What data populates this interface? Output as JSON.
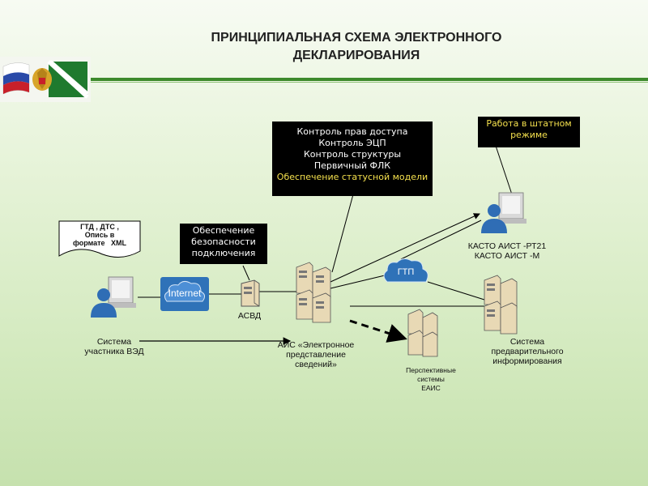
{
  "title": {
    "line1": "ПРИНЦИПИАЛЬНАЯ СХЕМА ЭЛЕКТРОННОГО",
    "line2": "ДЕКЛАРИРОВАНИЯ"
  },
  "document_note": {
    "line1": "ГТД , ДТС ,",
    "line2": "Опись в",
    "line3": "формате",
    "line4": "XML"
  },
  "security_box": {
    "line1": "Обеспечение",
    "line2": "безопасности",
    "line3": "подключения"
  },
  "control_box": {
    "line1": "Контроль прав доступа",
    "line2": "Контроль ЭЦП",
    "line3": "Контроль структуры",
    "line4": "Первичный ФЛК",
    "line5": "Обеспечение статусной модели"
  },
  "normal_mode_box": {
    "line1": "Работа в штатном",
    "line2": "режиме"
  },
  "clouds": {
    "internet": "Internet",
    "gtp": "ГТП"
  },
  "labels": {
    "participant_line1": "Система",
    "participant_line2": "участника ВЭД",
    "asvd": "АСВД",
    "ais_line1": "АИС «Электронное",
    "ais_line2": "представление",
    "ais_line3": "сведений»",
    "prospective_line1": "Перспективные",
    "prospective_line2": "системы",
    "prospective_line3": "ЕАИС",
    "kasto_line1": "КАСТО АИСТ -РТ21",
    "kasto_line2": "КАСТО АИСТ -М",
    "prelim_line1": "Система",
    "prelim_line2": "предварительного",
    "prelim_line3": "информирования"
  },
  "colors": {
    "title_bar": "#3d8a2c",
    "cloud_fill": "#2f72b8",
    "user_icon": "#2f6db5",
    "server_fill": "#e8d9b5",
    "box_bg": "#000000",
    "control_text": "#ffffff",
    "security_text": "#ffffff",
    "highlight_text": "#f4e04d"
  },
  "icons": [
    "flag-emblem-logo",
    "user-computer-icon",
    "server-icon",
    "cloud-icon",
    "document-icon"
  ]
}
